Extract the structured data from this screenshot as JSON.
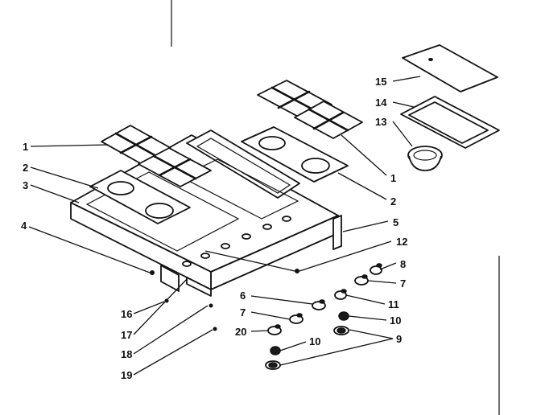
{
  "diagram": {
    "callouts": [
      {
        "id": "c1a",
        "label": "1"
      },
      {
        "id": "c2a",
        "label": "2"
      },
      {
        "id": "c3",
        "label": "3"
      },
      {
        "id": "c4",
        "label": "4"
      },
      {
        "id": "c1b",
        "label": "1"
      },
      {
        "id": "c2b",
        "label": "2"
      },
      {
        "id": "c5",
        "label": "5"
      },
      {
        "id": "c12",
        "label": "12"
      },
      {
        "id": "c15",
        "label": "15"
      },
      {
        "id": "c14",
        "label": "14"
      },
      {
        "id": "c13",
        "label": "13"
      },
      {
        "id": "c8",
        "label": "8"
      },
      {
        "id": "c7a",
        "label": "7"
      },
      {
        "id": "c11",
        "label": "11"
      },
      {
        "id": "c10a",
        "label": "10"
      },
      {
        "id": "c9",
        "label": "9"
      },
      {
        "id": "c6",
        "label": "6"
      },
      {
        "id": "c7b",
        "label": "7"
      },
      {
        "id": "c20",
        "label": "20"
      },
      {
        "id": "c10b",
        "label": "10"
      },
      {
        "id": "c16",
        "label": "16"
      },
      {
        "id": "c17",
        "label": "17"
      },
      {
        "id": "c18",
        "label": "18"
      },
      {
        "id": "c19",
        "label": "19"
      }
    ]
  }
}
